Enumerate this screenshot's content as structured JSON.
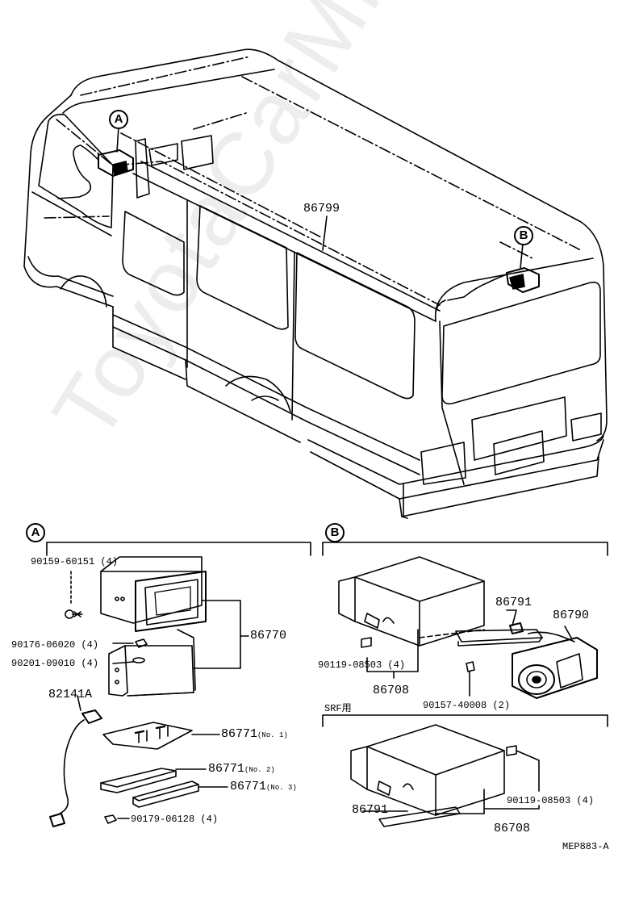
{
  "watermark": "ToyotaCarMine.ru",
  "callouts": {
    "A": "A",
    "B": "B"
  },
  "main_view": {
    "harness_part": "86799"
  },
  "section_a": {
    "marker": "A",
    "parts": {
      "screw": "90159-60151 (4)",
      "unit": "86770",
      "nut": "90176-06020 (4)",
      "washer": "90201-09010 (4)",
      "wire": "82141A",
      "bracket_no1": "86771",
      "bracket_no1_note": "(No. 1)",
      "bracket_no2": "86771",
      "bracket_no2_note": "(No. 2)",
      "bracket_no3": "86771",
      "bracket_no3_note": "(No. 3)",
      "bolt": "90179-06128 (4)"
    }
  },
  "section_b": {
    "marker": "B",
    "parts": {
      "bracket": "86791",
      "camera": "86790",
      "bolt": "90119-08503 (4)",
      "unit": "86708",
      "clip": "90157-40008 (2)"
    }
  },
  "srf": {
    "title": "SRF用",
    "bracket": "86791",
    "bolt": "90119-08503 (4)",
    "unit": "86708"
  },
  "diagram_code": "MEP883-A"
}
